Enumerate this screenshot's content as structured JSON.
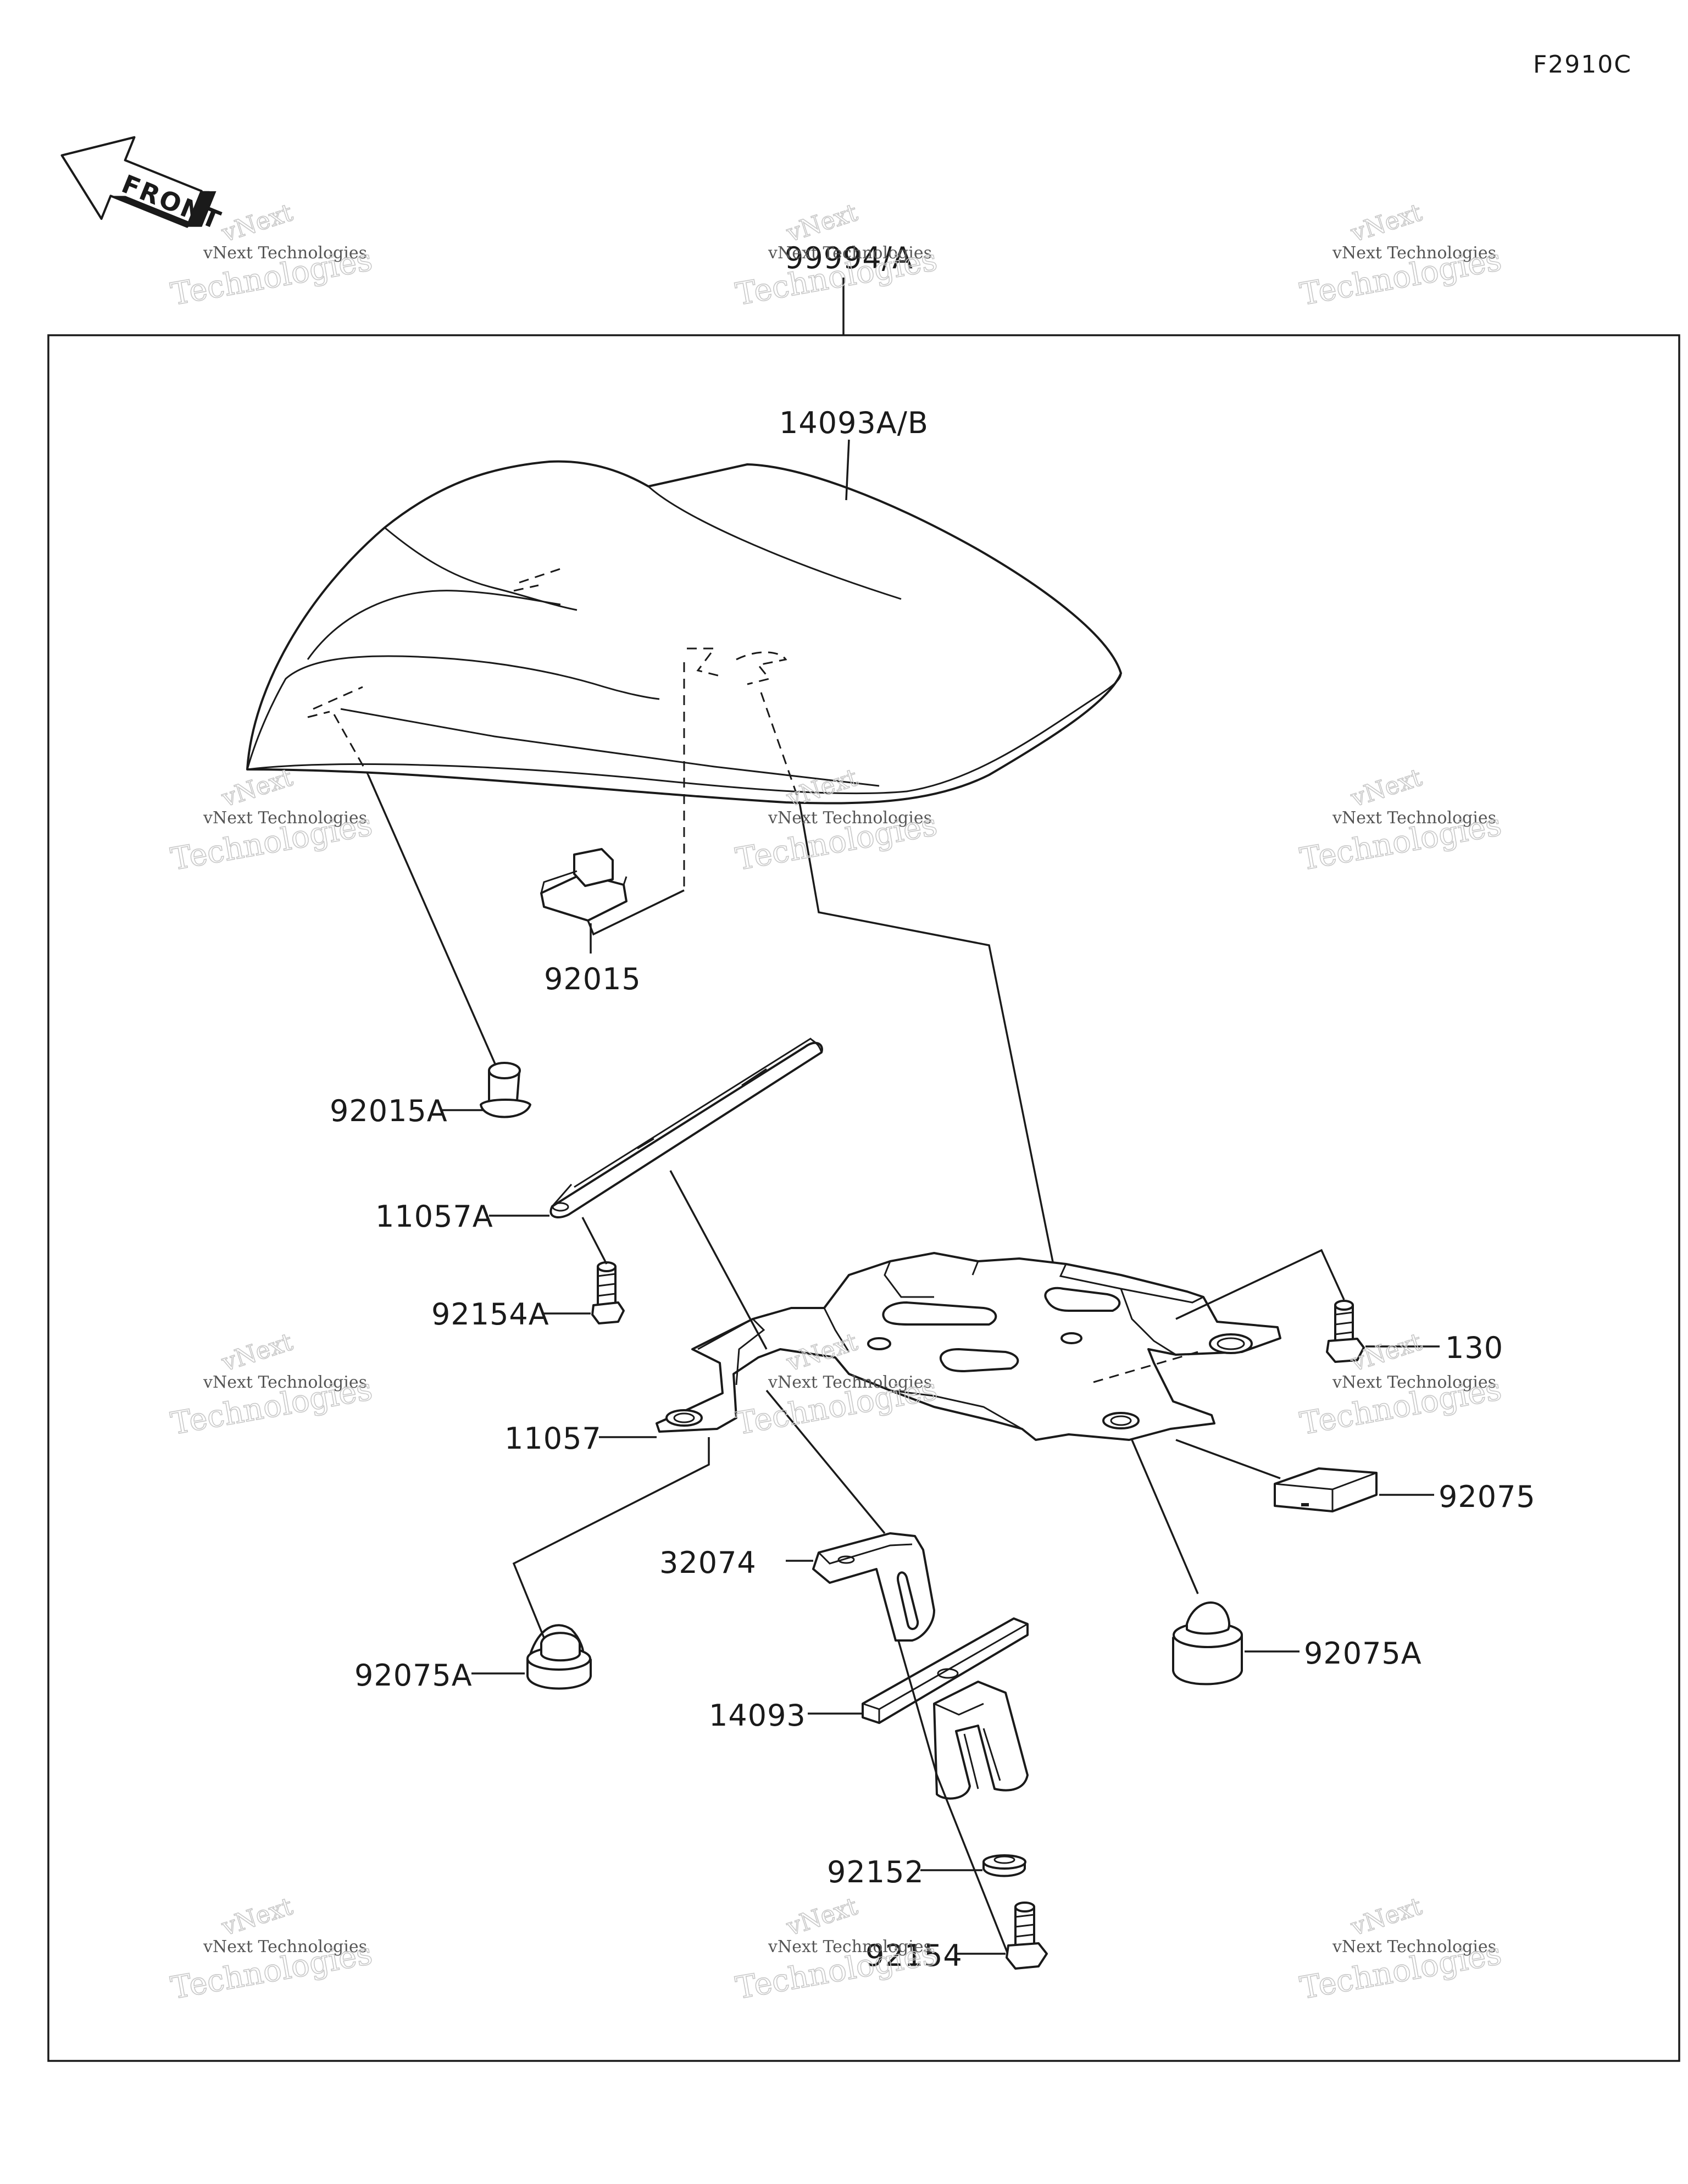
{
  "diagram_code": "F2910C",
  "front_arrow_label": "FRONT",
  "assembly_label": "99994/A",
  "callouts": {
    "seat_cover": "14093A/B",
    "nut": "92015",
    "nut_a": "92015A",
    "bracket_a": "11057A",
    "bolt_a": "92154A",
    "bracket": "11057",
    "bolt_130": "130",
    "pad": "92075",
    "plate": "32074",
    "damper_left": "92075A",
    "damper_right": "92075A",
    "cover": "14093",
    "washer": "92152",
    "bolt": "92154"
  },
  "watermark": {
    "line1": "vNext Technologies",
    "line2": "vNext",
    "line3": "Technologies"
  }
}
